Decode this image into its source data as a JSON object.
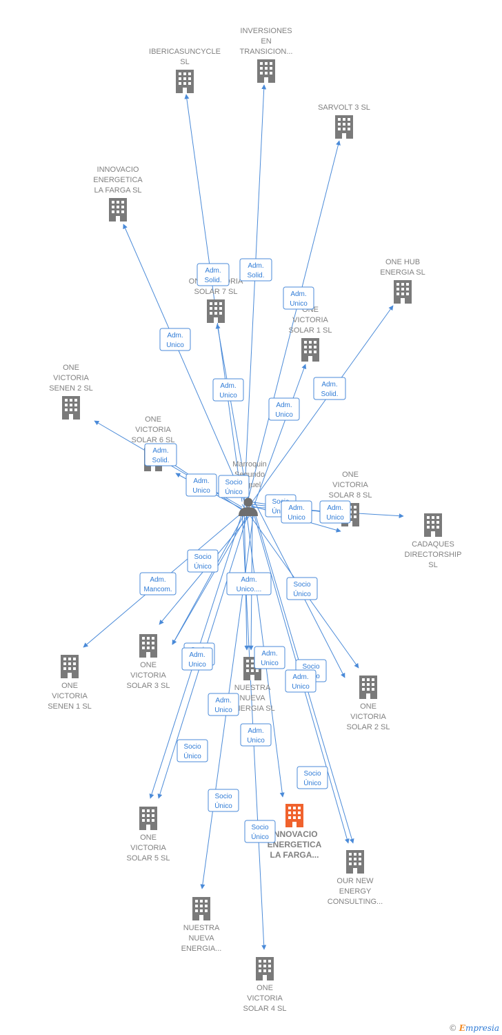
{
  "center": {
    "lines": [
      "Marroquin",
      "Segundo",
      "Miguel"
    ]
  },
  "companies": [
    {
      "id": "ibericasun",
      "lines": [
        "IBERICASUNCYCLE",
        "SL"
      ],
      "focus": false
    },
    {
      "id": "inversiones",
      "lines": [
        "INVERSIONES",
        "EN",
        "TRANSICION..."
      ],
      "focus": false
    },
    {
      "id": "sarvolt3",
      "lines": [
        "SARVOLT 3  SL"
      ],
      "focus": false
    },
    {
      "id": "innovacio_top",
      "lines": [
        "INNOVACIO",
        "ENERGETICA",
        "LA FARGA  SL"
      ],
      "focus": false
    },
    {
      "id": "onehub",
      "lines": [
        "ONE HUB",
        "ENERGIA  SL"
      ],
      "focus": false
    },
    {
      "id": "ov_solar7",
      "lines": [
        "ONE VICTORIA",
        "SOLAR 7  SL"
      ],
      "focus": false
    },
    {
      "id": "ov_solar1",
      "lines": [
        "ONE",
        "VICTORIA",
        "SOLAR 1  SL"
      ],
      "focus": false
    },
    {
      "id": "ov_senen2",
      "lines": [
        "ONE",
        "VICTORIA",
        "SENEN 2  SL"
      ],
      "focus": false
    },
    {
      "id": "ov_solar6",
      "lines": [
        "ONE",
        "VICTORIA",
        "SOLAR 6  SL"
      ],
      "focus": false
    },
    {
      "id": "ov_solar8",
      "lines": [
        "ONE",
        "VICTORIA",
        "SOLAR 8  SL"
      ],
      "focus": false
    },
    {
      "id": "cadaques",
      "lines": [
        "CADAQUES",
        "DIRECTORSHIP",
        "SL"
      ],
      "focus": false
    },
    {
      "id": "ov_senen1",
      "lines": [
        "ONE",
        "VICTORIA",
        "SENEN 1  SL"
      ],
      "focus": false
    },
    {
      "id": "ov_solar3",
      "lines": [
        "ONE",
        "VICTORIA",
        "SOLAR 3  SL"
      ],
      "focus": false
    },
    {
      "id": "nuestra_mid",
      "lines": [
        "NUESTRA",
        "NUEVA",
        "ENERGIA  SL"
      ],
      "focus": false
    },
    {
      "id": "ov_solar2",
      "lines": [
        "ONE",
        "VICTORIA",
        "SOLAR 2  SL"
      ],
      "focus": false
    },
    {
      "id": "ov_solar5",
      "lines": [
        "ONE",
        "VICTORIA",
        "SOLAR 5  SL"
      ],
      "focus": false
    },
    {
      "id": "innovacio_focus",
      "lines": [
        "INNOVACIO",
        "ENERGETICA",
        "LA FARGA..."
      ],
      "focus": true
    },
    {
      "id": "ournew",
      "lines": [
        "OUR NEW",
        "ENERGY",
        "CONSULTING..."
      ],
      "focus": false
    },
    {
      "id": "nuestra_bot",
      "lines": [
        "NUESTRA",
        "NUEVA",
        "ENERGIA..."
      ],
      "focus": false
    },
    {
      "id": "ov_solar4",
      "lines": [
        "ONE",
        "VICTORIA",
        "SOLAR 4  SL"
      ],
      "focus": false
    }
  ],
  "edge_labels": [
    [
      "Adm.",
      "Solid."
    ],
    [
      "Adm.",
      "Solid."
    ],
    [
      "Adm.",
      "Unico"
    ],
    [
      "Adm.",
      "Unico"
    ],
    [
      "Adm.",
      "Unico"
    ],
    [
      "Adm.",
      "Solid."
    ],
    [
      "Adm.",
      "Unico"
    ],
    [
      "Adm.",
      "Solid."
    ],
    [
      "Adm.",
      "Unico"
    ],
    [
      "Socio",
      "Único"
    ],
    [
      "Socio",
      "Único"
    ],
    [
      "Adm.",
      "Unico"
    ],
    [
      "Adm.",
      "Unico"
    ],
    [
      "Socio",
      "Único"
    ],
    [
      "Adm.",
      "Mancom."
    ],
    [
      "Adm.",
      "Unico...."
    ],
    [
      "Socio",
      "Único"
    ],
    [
      "Socio",
      "Único"
    ],
    [
      "Adm.",
      "Unico"
    ],
    [
      "Adm.",
      "Unico"
    ],
    [
      "Socio",
      "Único"
    ],
    [
      "Adm.",
      "Unico"
    ],
    [
      "Adm.",
      "Unico"
    ],
    [
      "Adm.",
      "Unico"
    ],
    [
      "Socio",
      "Único"
    ],
    [
      "Adm.",
      "Unico"
    ],
    [
      "Socio",
      "Único"
    ],
    [
      "Socio",
      "Único"
    ],
    [
      "Socio",
      "Único"
    ]
  ],
  "colors": {
    "edge": "#4a8ad8",
    "building": "#7a7a7a",
    "focus_building": "#f0622d"
  },
  "footer": {
    "copyright": "©",
    "brand_e": "E",
    "brand_rest": "mpresia"
  }
}
